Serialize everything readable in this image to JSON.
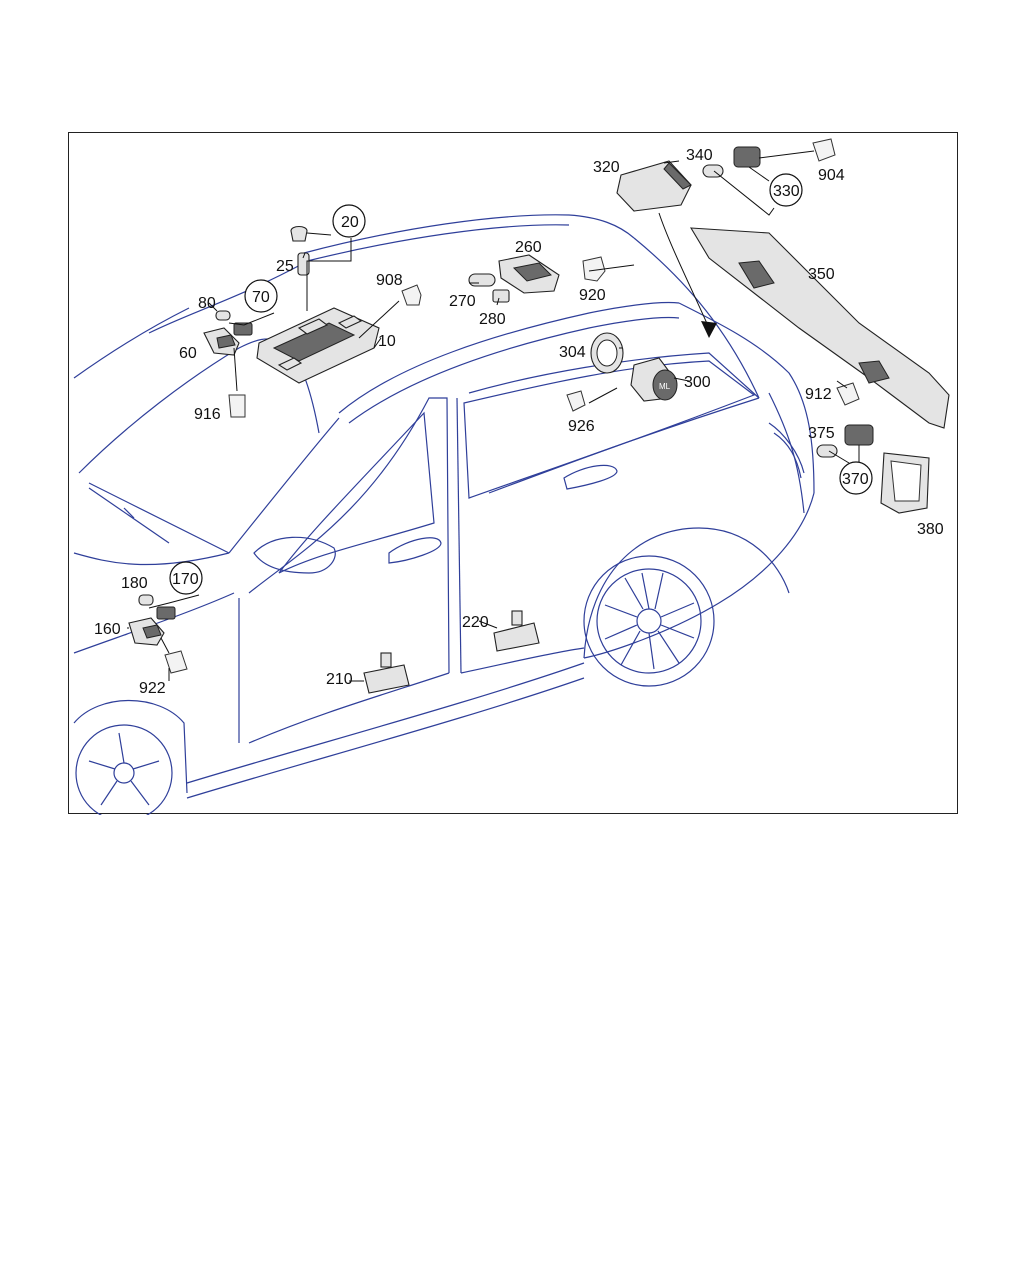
{
  "diagram": {
    "labels": {
      "p10": "10",
      "p20": "20",
      "p25": "25",
      "p60": "60",
      "p70": "70",
      "p80": "80",
      "p160": "160",
      "p170": "170",
      "p180": "180",
      "p210": "210",
      "p220": "220",
      "p260": "260",
      "p270": "270",
      "p280": "280",
      "p300": "300",
      "p304": "304",
      "p320": "320",
      "p330": "330",
      "p340": "340",
      "p350": "350",
      "p370": "370",
      "p375": "375",
      "p380": "380",
      "p904": "904",
      "p908": "908",
      "p912": "912",
      "p916": "916",
      "p920": "920",
      "p922": "922",
      "p926": "926"
    },
    "text_mark_sticker": "ML"
  }
}
